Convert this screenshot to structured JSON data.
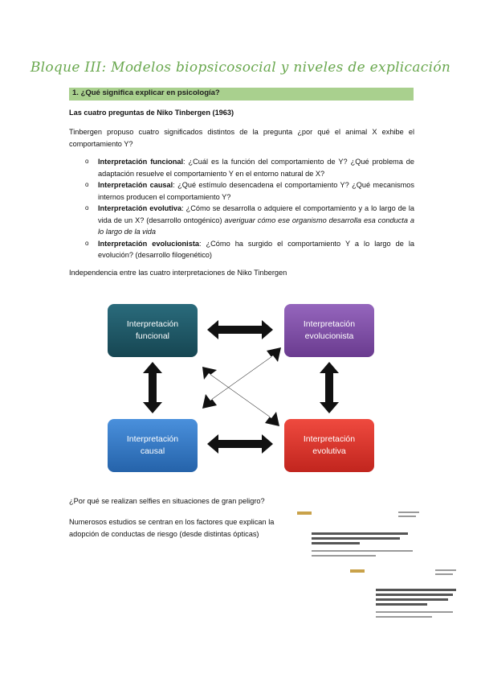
{
  "title": "Bloque III: Modelos biopsicosocial y niveles de explicación",
  "section": "1. ¿Qué significa explicar en psicología?",
  "subheading": "Las cuatro preguntas de Niko Tinbergen (1963)",
  "intro": "Tinbergen propuso cuatro significados distintos de la pregunta ¿por qué el animal X exhibe el comportamiento Y?",
  "list": [
    {
      "term": "Interpretación funcional",
      "text": ": ¿Cuál es la función del comportamiento de Y? ¿Qué problema de adaptación resuelve el comportamiento Y en el entorno natural de X?",
      "note": ""
    },
    {
      "term": "Interpretación causal",
      "text": ": ¿Qué estímulo desencadena el comportamiento Y? ¿Qué mecanismos internos producen el comportamiento Y?",
      "note": ""
    },
    {
      "term": "Interpretación evolutiva",
      "text": ": ¿Cómo se desarrolla o adquiere el comportamiento y a lo largo de la vida de un X? (desarrollo ontogénico)",
      "note": " averiguar cómo ese organismo desarrolla esa conducta a lo largo de la vida"
    },
    {
      "term": "Interpretación evolucionista",
      "text": ": ¿Cómo ha surgido el comportamiento Y a lo largo de la evolución? (desarrollo filogenético)",
      "note": ""
    }
  ],
  "independence": "Independencia entre las cuatro interpretaciones de Niko Tinbergen",
  "diagram": {
    "boxes": [
      {
        "line1": "Interpretación",
        "line2": "funcional",
        "color": "#1d5361"
      },
      {
        "line1": "Interpretación",
        "line2": "evolucionista",
        "color": "#7b4aa1"
      },
      {
        "line1": "Interpretación",
        "line2": "causal",
        "color": "#2f74c0"
      },
      {
        "line1": "Interpretación",
        "line2": "evolutiva",
        "color": "#d8332b"
      }
    ]
  },
  "question": "¿Por qué se realizan selfies en situaciones de gran peligro?",
  "studies": "Numerosos estudios se centran en los factores que explican la adopción de conductas de riesgo (desde distintas ópticas)"
}
